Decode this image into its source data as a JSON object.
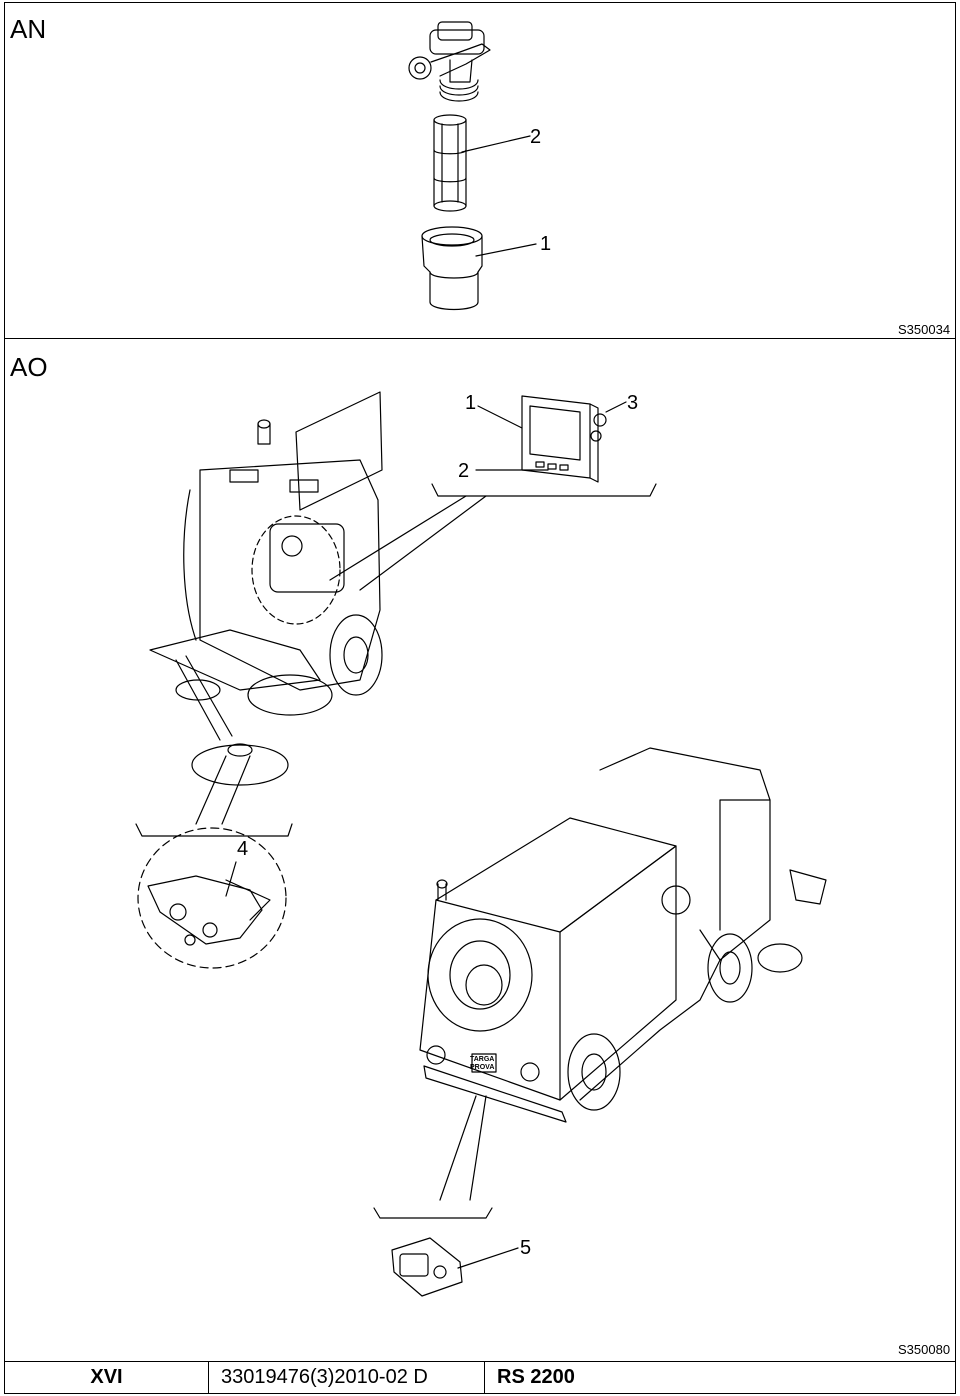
{
  "section_an": {
    "label": "AN",
    "ref_code": "S350034",
    "callouts": [
      "2",
      "1"
    ]
  },
  "section_ao": {
    "label": "AO",
    "ref_code": "S350080",
    "callouts": [
      "1",
      "3",
      "2",
      "4",
      "5"
    ],
    "plate_text": [
      "TARGA",
      "PROVA"
    ]
  },
  "footer": {
    "page": "XVI",
    "doc_code": "33019476(3)2010-02 D",
    "model": "RS 2200"
  }
}
